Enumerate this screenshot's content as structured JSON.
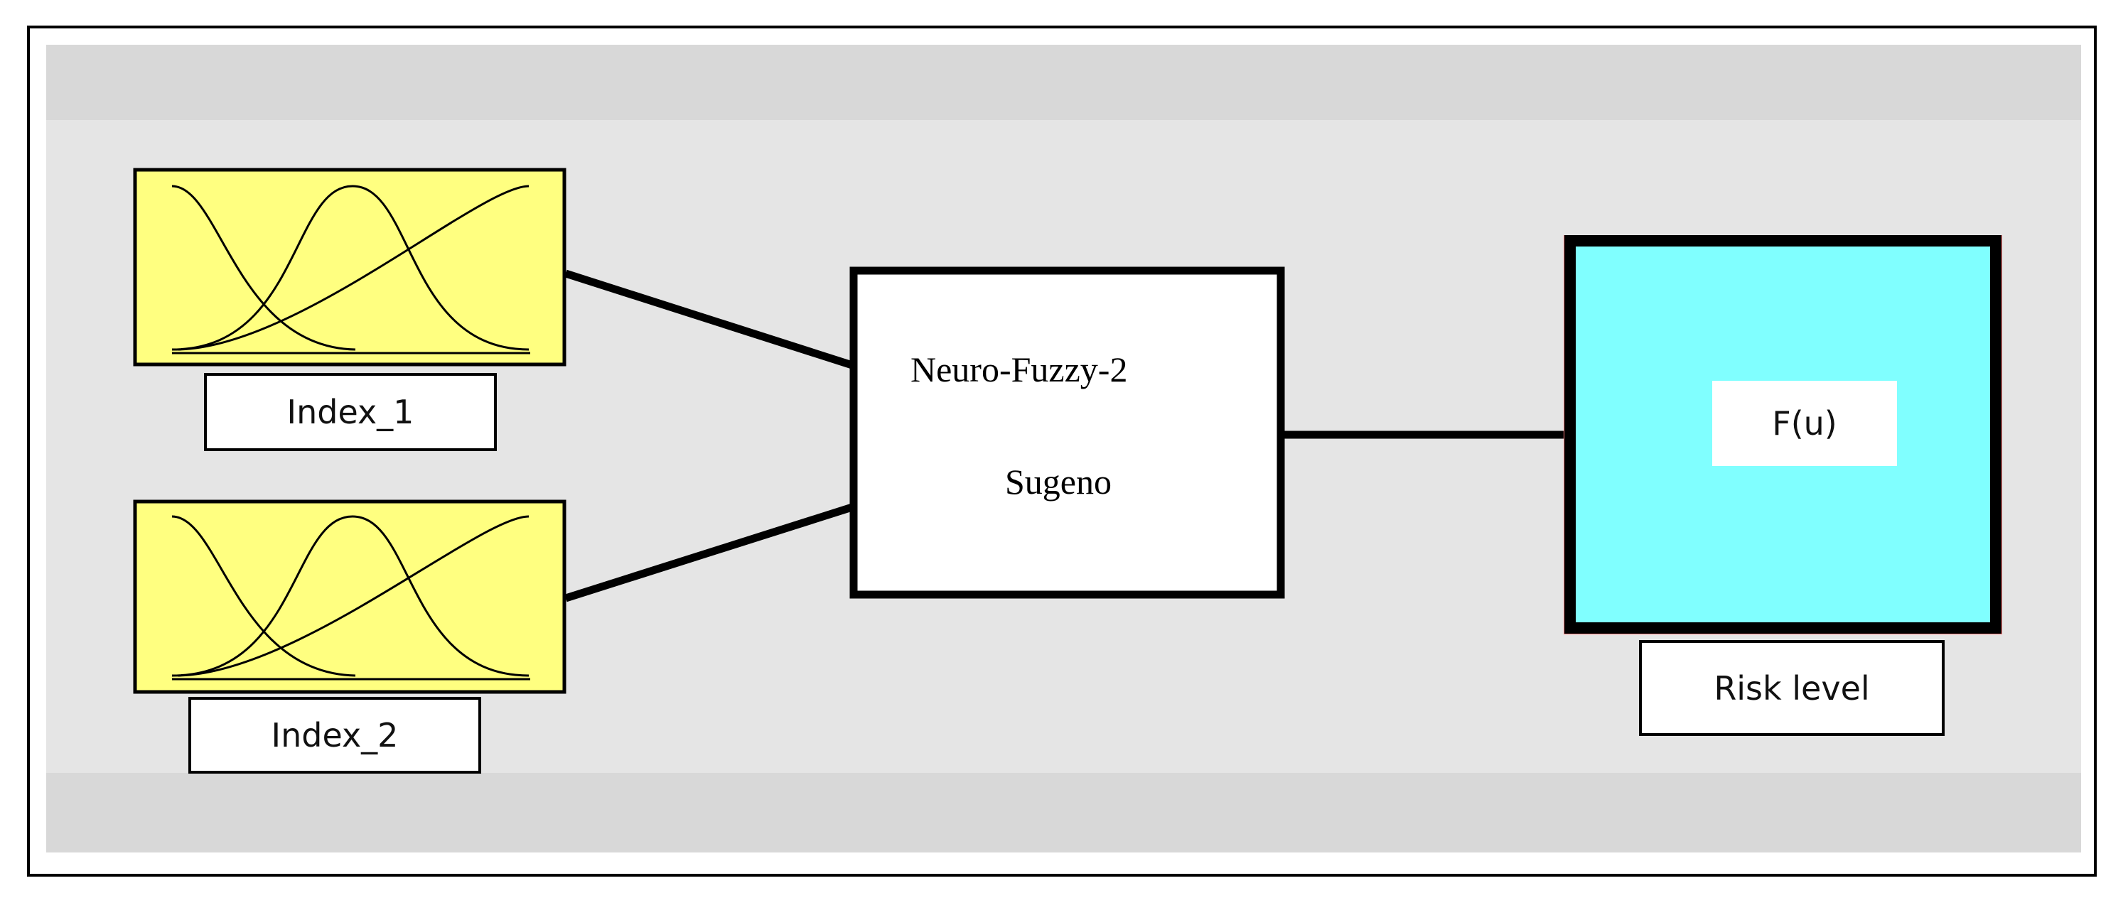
{
  "diagram": {
    "inputs": [
      {
        "label": "Index_1"
      },
      {
        "label": "Index_2"
      }
    ],
    "system": {
      "name": "Neuro-Fuzzy-2",
      "method": "Sugeno"
    },
    "output": {
      "function_label": "F(u)",
      "label": "Risk level"
    },
    "colors": {
      "input_fill": "#ffff80",
      "output_fill": "#80ffff",
      "output_outline": "#ff7f7f",
      "background": "#e5e5e5",
      "band": "#d8d8d8"
    }
  }
}
